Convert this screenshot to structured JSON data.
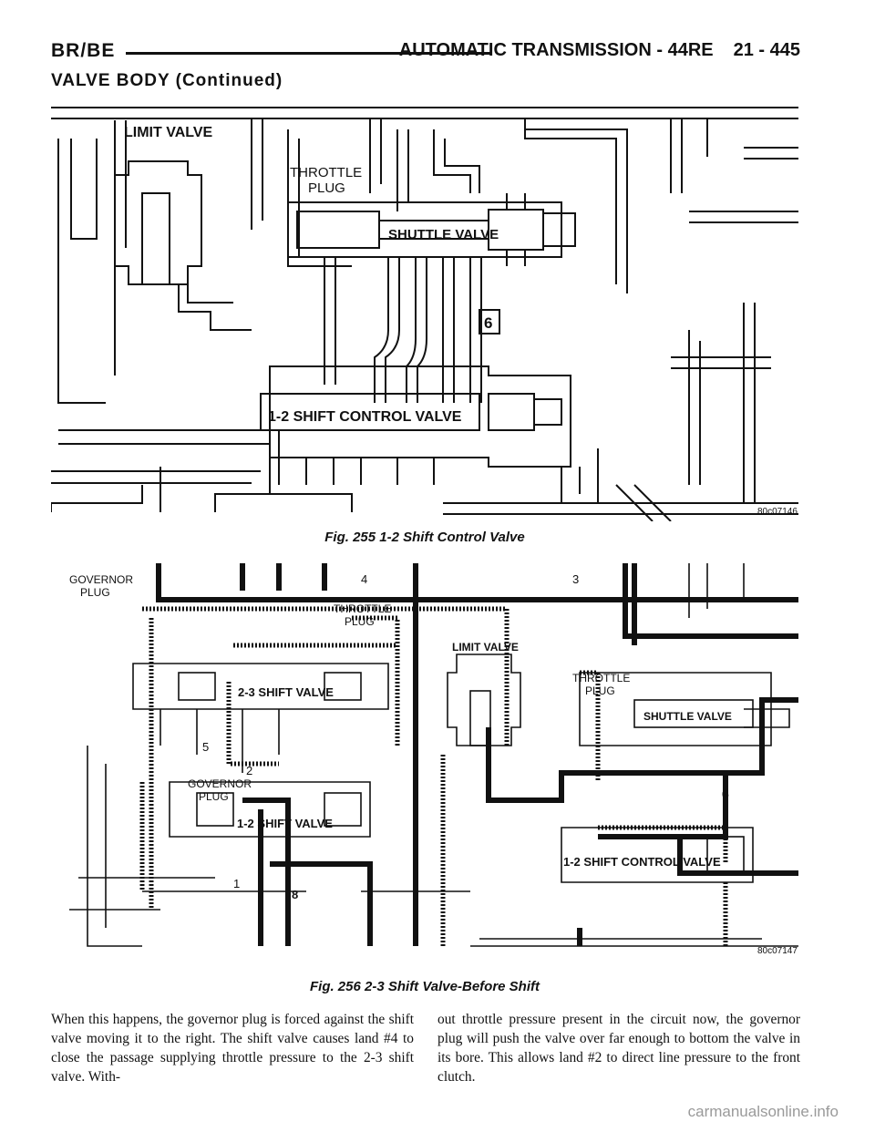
{
  "header": {
    "left": "BR/BE",
    "right_title": "AUTOMATIC TRANSMISSION - 44RE",
    "page_number": "21 - 445"
  },
  "section_title": "VALVE BODY (Continued)",
  "figure1": {
    "caption": "Fig. 255 1-2 Shift Control Valve",
    "code": "80c07146",
    "labels": {
      "limit_valve": "LIMIT VALVE",
      "throttle_plug_1": "THROTTLE",
      "throttle_plug_2": "PLUG",
      "shuttle_valve": "SHUTTLE VALVE",
      "shift_control_valve": "1-2 SHIFT CONTROL VALVE",
      "circuit_6": "6"
    }
  },
  "figure2": {
    "caption": "Fig. 256 2-3 Shift Valve-Before Shift",
    "code": "80c07147",
    "labels": {
      "governor_plug_top_1": "GOVERNOR",
      "governor_plug_top_2": "PLUG",
      "throttle_plug_a_1": "THROTTLE",
      "throttle_plug_a_2": "PLUG",
      "shift_valve_23": "2-3 SHIFT VALVE",
      "limit_valve": "LIMIT VALVE",
      "throttle_plug_b_1": "THROTTLE",
      "throttle_plug_b_2": "PLUG",
      "shuttle_valve": "SHUTTLE VALVE",
      "governor_plug_mid_1": "GOVERNOR",
      "governor_plug_mid_2": "PLUG",
      "shift_valve_12": "1-2 SHIFT VALVE",
      "shift_control_valve": "1-2 SHIFT CONTROL VALVE",
      "c1": "1",
      "c2": "2",
      "c3": "3",
      "c4": "4",
      "c5": "5",
      "c6": "6",
      "c8": "8"
    }
  },
  "body": {
    "left_col": "When this happens, the governor plug is forced against the shift valve moving it to the right. The shift valve causes land #4 to close the passage sup­plying throttle pressure to the 2-3 shift valve. With-",
    "right_col": "out throttle pressure present in the circuit now, the governor plug will push the valve over far enough to bottom the valve in its bore. This allows land #2 to direct line pressure to the front clutch."
  },
  "watermark": "carmanualsonline.info"
}
